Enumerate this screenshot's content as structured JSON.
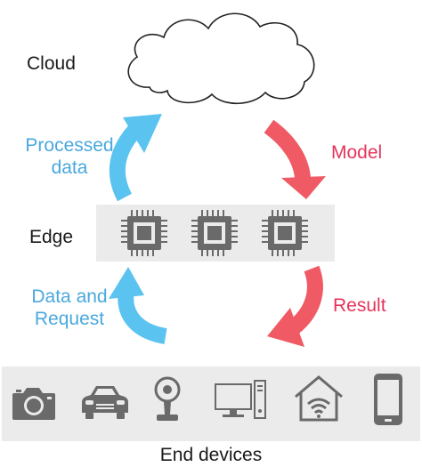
{
  "labels": {
    "cloud": "Cloud",
    "edge": "Edge",
    "end_devices": "End devices",
    "processed_data": "Processed\ndata",
    "model": "Model",
    "data_and_request": "Data and\nRequest",
    "result": "Result"
  },
  "colors": {
    "up_arrow": "#5bc3f0",
    "down_arrow": "#ef5a64",
    "blue_text": "#4aa8dc",
    "red_text": "#e5345a",
    "band": "#ebebeb",
    "icon": "#6a6a6a"
  },
  "edge_chips": [
    "chip-icon",
    "chip-icon",
    "chip-icon"
  ],
  "devices": [
    "camera-icon",
    "car-icon",
    "webcam-icon",
    "desktop-computer-icon",
    "smart-home-icon",
    "smartphone-icon"
  ]
}
